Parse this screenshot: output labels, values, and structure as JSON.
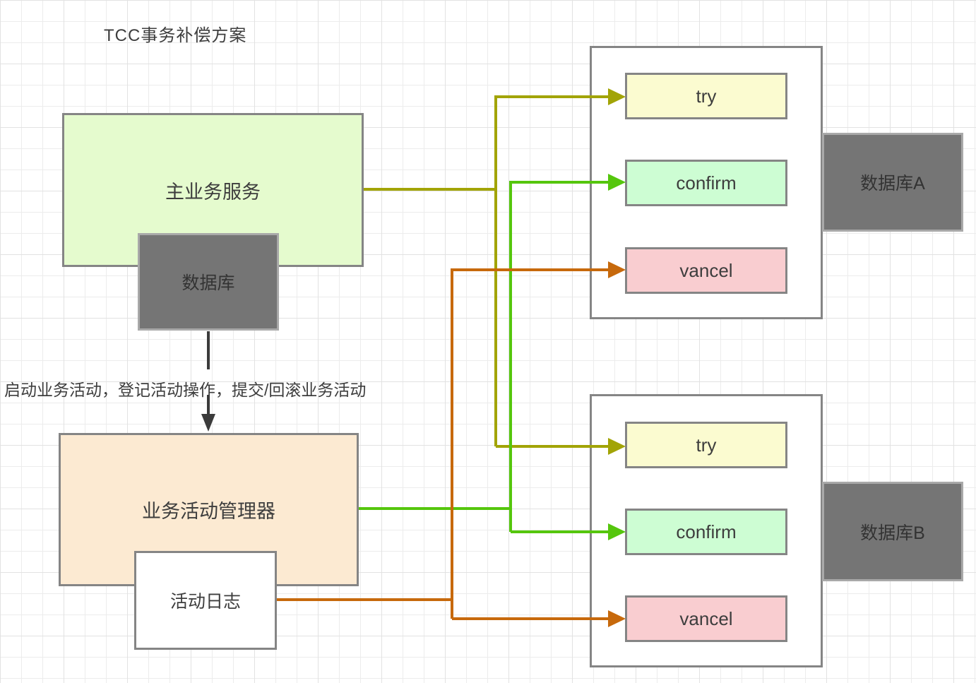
{
  "title": "TCC事务补偿方案",
  "annotation": "启动业务活动，登记活动操作，提交/回滚业务活动",
  "nodes": {
    "main_service": "主业务服务",
    "main_db": "数据库",
    "activity_manager": "业务活动管理器",
    "activity_log": "活动日志"
  },
  "service_a": {
    "try_label": "try",
    "confirm_label": "confirm",
    "cancel_label": "vancel",
    "db_label": "数据库A"
  },
  "service_b": {
    "try_label": "try",
    "confirm_label": "confirm",
    "cancel_label": "vancel",
    "db_label": "数据库B"
  },
  "colors": {
    "olive": "#a2a406",
    "green": "#55c60d",
    "orange": "#c7690c",
    "dark": "#3b3b3b",
    "green-fill": "#e5fbce",
    "orange-fill": "#fcead2",
    "yellow-fill": "#fbfbd0",
    "mint-fill": "#cdfdd3",
    "pink-fill": "#f9cdd0",
    "gray-fill": "#757575",
    "gray-border": "#a9a9a9",
    "node-border": "#858585",
    "grid-minor": "#ececec",
    "grid-major": "#e2e2e2"
  }
}
